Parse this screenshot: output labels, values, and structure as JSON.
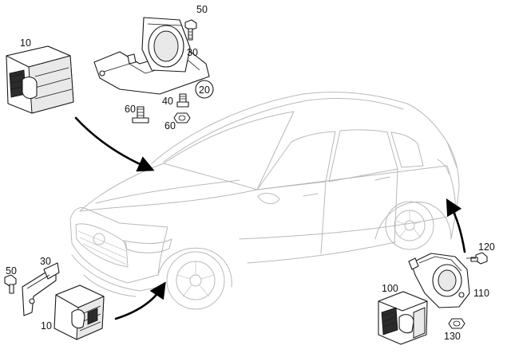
{
  "labels": {
    "top_left_sensor": "10",
    "top_bolt": "50",
    "top_bracket": "30",
    "top_circle_ref": "20",
    "top_stud": "40",
    "top_screw": "60",
    "top_nut": "60",
    "left_bolt": "50",
    "left_bracket": "30",
    "left_sensor": "10",
    "right_bolt": "120",
    "right_sensor": "100",
    "right_bracket": "110",
    "right_nut": "130"
  }
}
